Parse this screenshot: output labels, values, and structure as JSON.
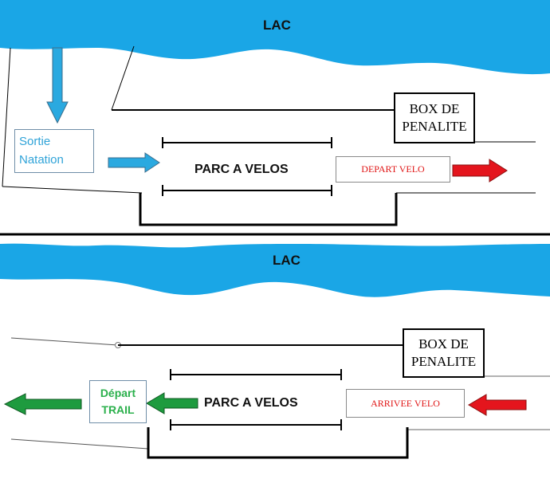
{
  "colors": {
    "lake": "#1aa6e6",
    "swim_arrow": "#2aa9e0",
    "bike_arrow": "#e4151d",
    "trail_arrow": "#1e9b3f",
    "trail_text": "#2bb04c",
    "swim_text": "#2fa3d8",
    "bike_text": "#e01616"
  },
  "diagram_top": {
    "lake_label": "LAC",
    "penalty_box": {
      "line1": "BOX DE",
      "line2": "PENALITE"
    },
    "swim_exit": {
      "line1": "Sortie",
      "line2": "Natation"
    },
    "bike_park_label": "PARC A VELOS",
    "bike_start_label": "DEPART VELO",
    "icons": [
      "down-arrow-icon",
      "right-arrow-icon",
      "right-arrow-icon"
    ]
  },
  "diagram_bottom": {
    "lake_label": "LAC",
    "penalty_box": {
      "line1": "BOX DE",
      "line2": "PENALITE"
    },
    "trail_start": {
      "line1": "Départ",
      "line2": "TRAIL"
    },
    "bike_park_label": "PARC A VELOS",
    "bike_finish_label": "ARRIVEE VELO",
    "icons": [
      "left-arrow-icon",
      "left-arrow-icon",
      "left-arrow-icon"
    ]
  }
}
